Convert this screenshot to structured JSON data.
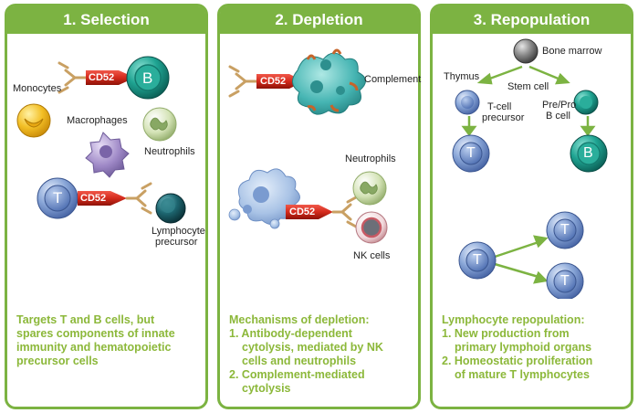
{
  "panels": [
    {
      "title": "1. Selection",
      "labels": {
        "monocytes": "Monocytes",
        "cd52_b": "CD52",
        "b_cell": "B",
        "macrophages": "Macrophages",
        "neutrophils": "Neutrophils",
        "t_cell": "T",
        "cd52_t": "CD52",
        "lymph_line1": "Lymphocyte",
        "lymph_line2": "precursor"
      },
      "description": [
        "Targets T and B cells, but",
        "spares components of innate",
        "immunity and hematopoietic",
        "precursor cells"
      ]
    },
    {
      "title": "2. Depletion",
      "labels": {
        "cd52_top": "CD52",
        "complement": "Complement",
        "neutrophils": "Neutrophils",
        "cd52_bottom": "CD52",
        "nk_cells": "NK cells"
      },
      "description": {
        "heading": "Mechanisms of depletion:",
        "item1": [
          "1. Antibody-dependent",
          "cytolysis, mediated by NK",
          "cells and neutrophils"
        ],
        "item2": [
          "2. Complement-mediated",
          "cytolysis"
        ]
      }
    },
    {
      "title": "3. Repopulation",
      "labels": {
        "bone_marrow": "Bone marrow",
        "thymus": "Thymus",
        "stem_cell": "Stem cell",
        "tcell_line1": "T-cell",
        "tcell_line2": "precursor",
        "prepro_line1": "Pre/Pro",
        "prepro_line2": "B cell",
        "t_cell": "T",
        "b_cell": "B",
        "t_left": "T",
        "t_upper": "T",
        "t_lower": "T"
      },
      "description": {
        "heading": "Lymphocyte repopulation:",
        "item1": [
          "1. New production from",
          "primary lymphoid organs"
        ],
        "item2": [
          "2. Homeostatic proliferation",
          "of mature T lymphocytes"
        ]
      }
    }
  ],
  "colors": {
    "panel_green": "#7cb342",
    "text_green": "#8cb83a",
    "cd52_red": "#d42a1c",
    "antibody_tan": "#c9a063",
    "b_cell_teal": "#1d9a8a",
    "t_cell_blue": "#7a9bd0",
    "macrophage_purple": "#9e88c6",
    "neutrophil_green": "#c5d7a3",
    "monocyte_yellow": "#f3bf25",
    "complement_teal": "#46b5b3",
    "nk_pink": "#d9848a"
  }
}
